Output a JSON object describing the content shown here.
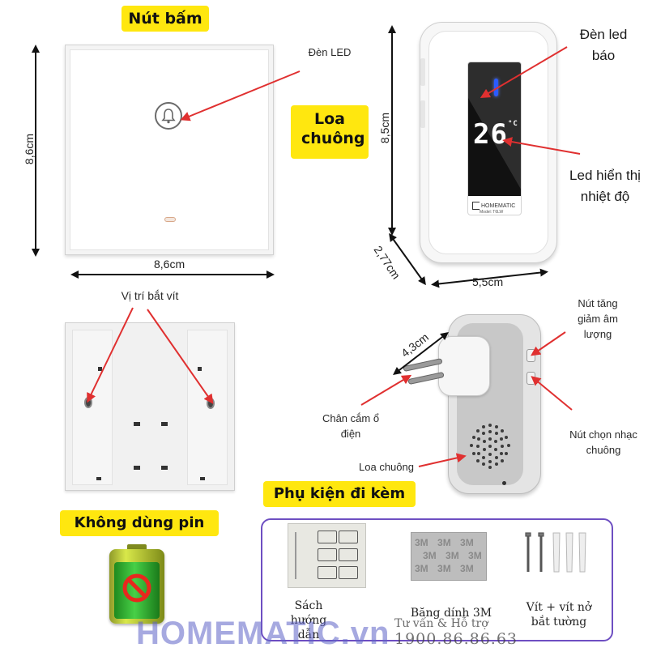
{
  "labels": {
    "button_title": "Nút bấm",
    "speaker_title": "Loa chuông",
    "led_button": "Đèn LED",
    "led_indicator": "Đèn led báo",
    "led_temperature": "Led hiển thị nhiệt độ",
    "button_height": "8,6cm",
    "button_width": "8,6cm",
    "speaker_height": "8,5cm",
    "speaker_depth": "2,77cm",
    "speaker_width": "5,5cm",
    "screw_position": "Vị trí bắt vít",
    "plug_depth": "4,3cm",
    "volume_button": "Nút tăng giảm âm lượng",
    "tone_button": "Nút chọn nhạc chuông",
    "plug": "Chân cắm ổ điện",
    "speaker_grille": "Loa chuông",
    "no_battery": "Không dùng pin",
    "accessories_title": "Phụ kiện đi kèm"
  },
  "device_display": {
    "temperature": "26",
    "unit": "°C",
    "logo_text": "HOMEMATIC",
    "model_text": "Model: T6LW"
  },
  "accessories": [
    {
      "caption": "Sách hướng dẫn"
    },
    {
      "caption": "Băng dính 3M"
    },
    {
      "caption": "Vít + vít nở bắt tường"
    }
  ],
  "tape_brand": "3M",
  "footer": {
    "brand": "HOMEMATIC.vn",
    "support": "Tư vấn & Hỗ trợ",
    "hotline": "1900.86.86.63"
  },
  "colors": {
    "badge_yellow": "#ffe70f",
    "arrow_red": "#e03030",
    "accessory_border": "#6e4fc2",
    "brand_purple": "#5f63c8",
    "led_blue": "#2b5bff"
  }
}
